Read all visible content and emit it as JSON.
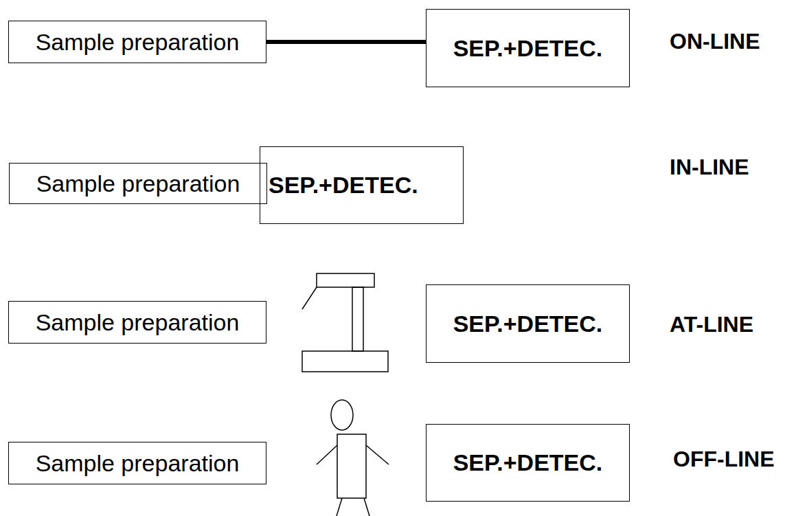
{
  "diagram": {
    "nodes": [
      {
        "text": [
          "Sample preparation"
        ]
      },
      {
        "text": [
          "SEP.+DETEC."
        ]
      },
      {
        "text": [
          "Sample preparation"
        ]
      },
      {
        "text": [
          "SEP.+DETEC."
        ]
      },
      {
        "text": [
          "Sample preparation"
        ]
      },
      {
        "text": [
          "SEP.+DETEC."
        ]
      },
      {
        "text": [
          "Sample preparation"
        ]
      },
      {
        "text": [
          "SEP.+DETEC."
        ]
      }
    ],
    "edges": [
      {
        "from": 0,
        "to": 1,
        "arrow": "none"
      }
    ],
    "labels": [
      "ON-LINE",
      "IN-LINE",
      "AT-LINE",
      "OFF-LINE"
    ]
  }
}
